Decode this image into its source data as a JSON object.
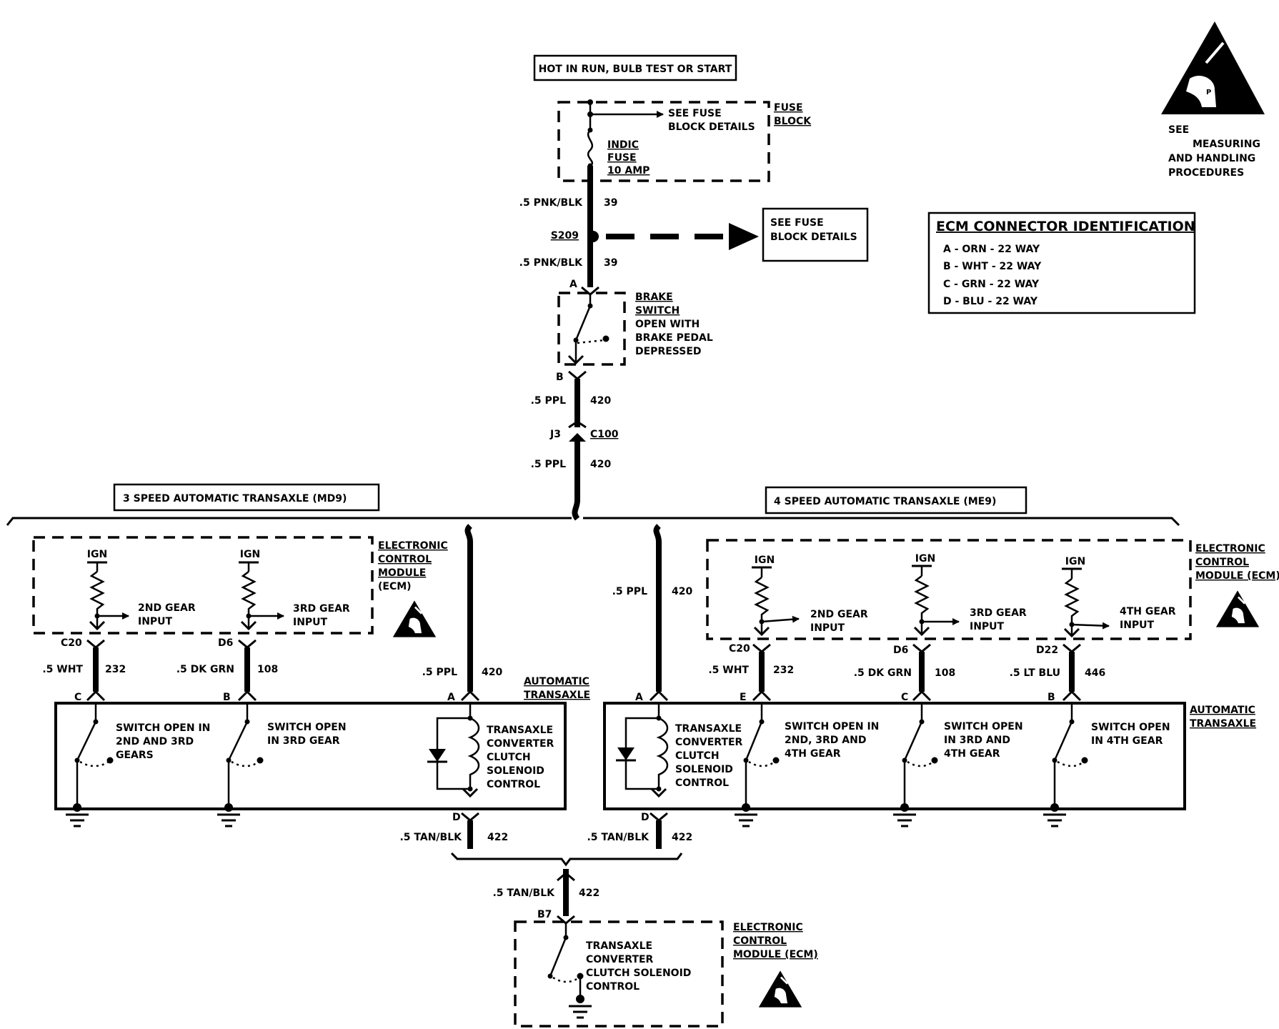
{
  "header": {
    "hot_label": "HOT IN RUN, BULB TEST OR START"
  },
  "fuse_block": {
    "see_fuse_1": "SEE FUSE",
    "see_fuse_2": "BLOCK DETAILS",
    "title_1": "FUSE",
    "title_2": "BLOCK",
    "fuse_1": "INDIC",
    "fuse_2": "FUSE",
    "fuse_3": "10 AMP"
  },
  "wires_top": {
    "w1_size": ".5 PNK/BLK",
    "w1_num": "39",
    "splice": "S209",
    "w2_size": ".5 PNK/BLK",
    "w2_num": "39",
    "splice_see_1": "SEE FUSE",
    "splice_see_2": "BLOCK DETAILS"
  },
  "brake_switch": {
    "pin_a": "A",
    "pin_b": "B",
    "line1": "BRAKE",
    "line2": "SWITCH",
    "line3": "OPEN WITH",
    "line4": "BRAKE PEDAL",
    "line5": "DEPRESSED"
  },
  "wires_mid": {
    "w3_size": ".5 PPL",
    "w3_num": "420",
    "conn_j": "J3",
    "conn_c": "C100",
    "w4_size": ".5 PPL",
    "w4_num": "420"
  },
  "esd_main": {
    "line1": "SEE",
    "line2": "MEASURING",
    "line3": "AND HANDLING",
    "line4": "PROCEDURES"
  },
  "ecm_connector": {
    "title": "ECM CONNECTOR IDENTIFICATION",
    "rows": [
      "A - ORN - 22 WAY",
      "B - WHT - 22 WAY",
      "C - GRN - 22 WAY",
      "D - BLU - 22 WAY"
    ]
  },
  "left": {
    "title": "3 SPEED AUTOMATIC TRANSAXLE (MD9)",
    "ecm_1": "ELECTRONIC",
    "ecm_2": "CONTROL",
    "ecm_3": "MODULE",
    "ecm_4": "(ECM)",
    "ign": "IGN",
    "g2_1": "2ND GEAR",
    "g2_2": "INPUT",
    "g3_1": "3RD GEAR",
    "g3_2": "INPUT",
    "c20": "C20",
    "d6": "D6",
    "w_wht": ".5 WHT",
    "n232": "232",
    "w_dkgrn": ".5 DK GRN",
    "n108": "108",
    "w_ppl": ".5 PPL",
    "n420": "420",
    "pin_c": "C",
    "pin_b": "B",
    "pin_a": "A",
    "pin_d": "D",
    "auto_1": "AUTOMATIC",
    "auto_2": "TRANSAXLE",
    "sw1_1": "SWITCH OPEN IN",
    "sw1_2": "2ND AND 3RD",
    "sw1_3": "GEARS",
    "sw2_1": "SWITCH OPEN",
    "sw2_2": "IN 3RD GEAR",
    "tcc_1": "TRANSAXLE",
    "tcc_2": "CONVERTER",
    "tcc_3": "CLUTCH",
    "tcc_4": "SOLENOID",
    "tcc_5": "CONTROL",
    "w_tan": ".5 TAN/BLK",
    "n422": "422"
  },
  "right": {
    "title": "4 SPEED AUTOMATIC TRANSAXLE (ME9)",
    "ecm_1": "ELECTRONIC",
    "ecm_2": "CONTROL",
    "ecm_3": "MODULE (ECM)",
    "ign": "IGN",
    "g2_1": "2ND GEAR",
    "g2_2": "INPUT",
    "g3_1": "3RD GEAR",
    "g3_2": "INPUT",
    "g4_1": "4TH GEAR",
    "g4_2": "INPUT",
    "c20": "C20",
    "d6": "D6",
    "d22": "D22",
    "w_ppl": ".5 PPL",
    "n420": "420",
    "w_wht": ".5 WHT",
    "n232": "232",
    "w_dkgrn": ".5 DK GRN",
    "n108": "108",
    "w_ltblu": ".5 LT BLU",
    "n446": "446",
    "pin_a": "A",
    "pin_e": "E",
    "pin_c": "C",
    "pin_b": "B",
    "pin_d": "D",
    "auto_1": "AUTOMATIC",
    "auto_2": "TRANSAXLE",
    "tcc_1": "TRANSAXLE",
    "tcc_2": "CONVERTER",
    "tcc_3": "CLUTCH",
    "tcc_4": "SOLENOID",
    "tcc_5": "CONTROL",
    "sw1_1": "SWITCH OPEN IN",
    "sw1_2": "2ND, 3RD AND",
    "sw1_3": "4TH GEAR",
    "sw2_1": "SWITCH OPEN",
    "sw2_2": "IN 3RD AND",
    "sw2_3": "4TH GEAR",
    "sw3_1": "SWITCH OPEN",
    "sw3_2": "IN 4TH GEAR",
    "w_tan": ".5 TAN/BLK",
    "n422": "422"
  },
  "bottom": {
    "w_tan": ".5 TAN/BLK",
    "n422": "422",
    "b7": "B7",
    "ecm_1": "ELECTRONIC",
    "ecm_2": "CONTROL",
    "ecm_3": "MODULE (ECM)",
    "tcc_1": "TRANSAXLE",
    "tcc_2": "CONVERTER",
    "tcc_3": "CLUTCH SOLENOID",
    "tcc_4": "CONTROL"
  }
}
